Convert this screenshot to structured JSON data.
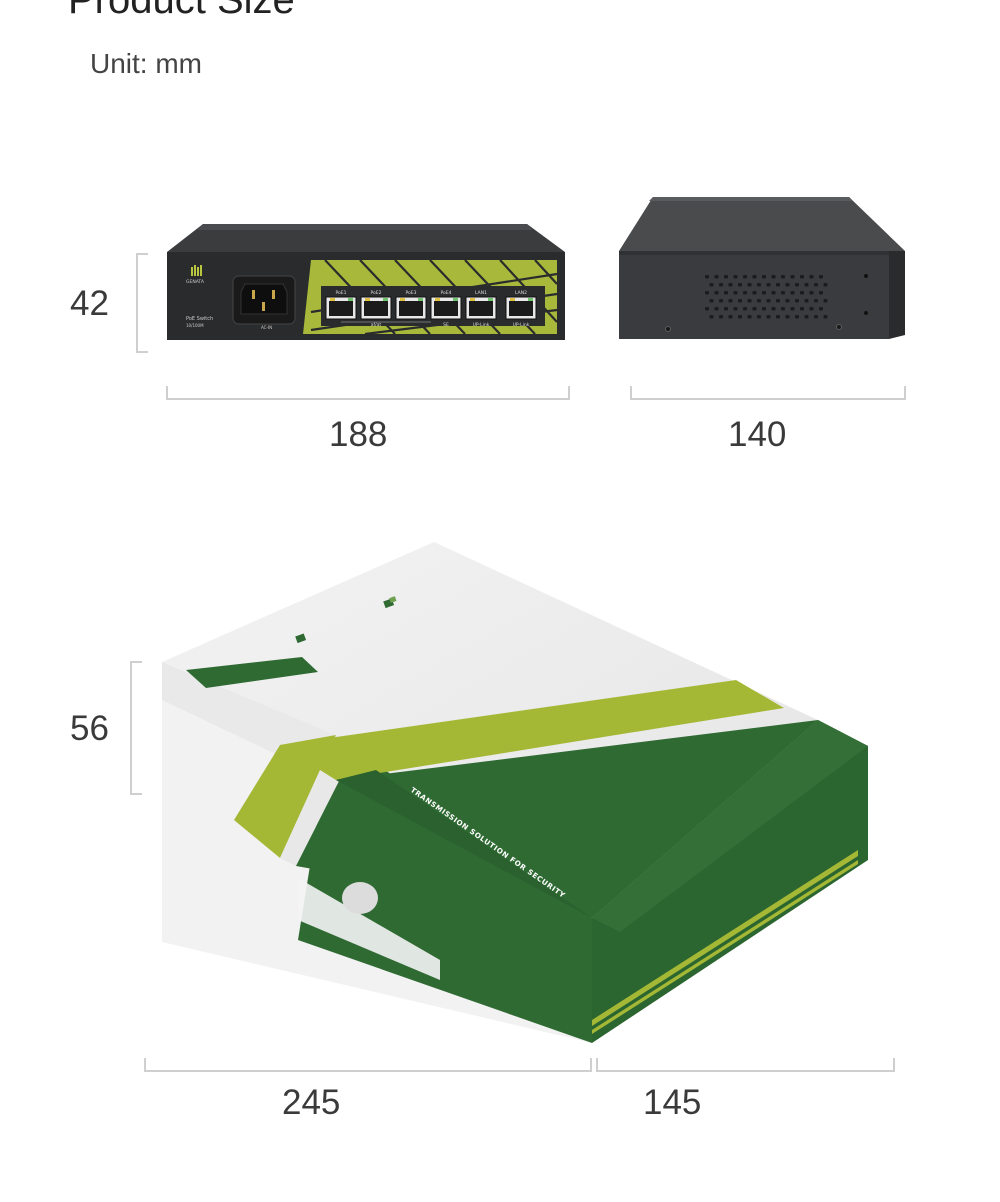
{
  "header": {
    "title": "Product Size",
    "unit": "Unit: mm"
  },
  "switch": {
    "brand": "GENATA",
    "model": "PoE Switch",
    "speed": "10/100M",
    "power_label": "AC-IN",
    "port_labels": [
      "PoE1",
      "PoE2",
      "PoE3",
      "PoE4",
      "LAN1",
      "LAN2"
    ],
    "bottom_labels": [
      "af/at",
      "SE",
      "UP-Link",
      "UP-Link"
    ]
  },
  "box": {
    "slogan": "TRANSMISSION SOLUTION FOR SECURITY"
  },
  "dimensions": {
    "switch_height": "42",
    "switch_width": "188",
    "switch_depth": "140",
    "box_height": "56",
    "box_length": "245",
    "box_width": "145"
  },
  "colors": {
    "box_green": "#2f6a33",
    "box_lime": "#a5b835",
    "switch_dark": "#2e2f31",
    "dim_line": "#cfcfcf"
  }
}
